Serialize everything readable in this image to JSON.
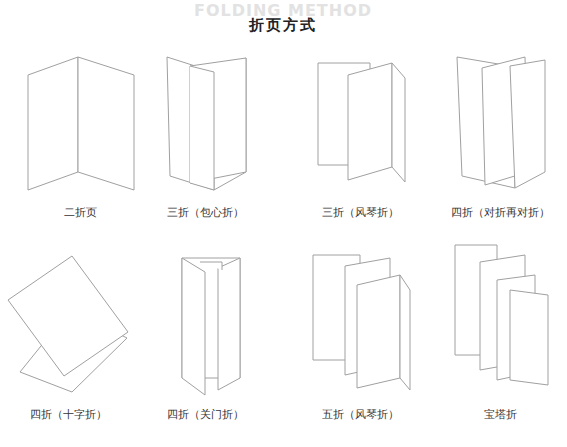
{
  "diagram": {
    "title": "折页方式",
    "labels": [
      "FOLDING METHOD",
      "二折页",
      "三折（包心折）",
      "三折（风琴折）",
      "四折（对折再对折）",
      "四折（十字折）",
      "四折（关门折）",
      "五折（风琴折）",
      "宝塔折"
    ]
  }
}
